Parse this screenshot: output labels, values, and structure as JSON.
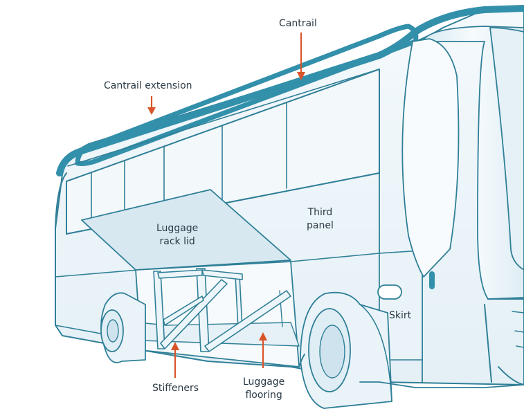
{
  "colors": {
    "outline": "#2f7f97",
    "cantrail": "#3390ab",
    "body_fill": "#eef6fa",
    "glass_fill": "#dcebf3",
    "arrow": "#d9542b",
    "text": "#2b3a45"
  },
  "labels": {
    "cantrail": "Cantrail",
    "cantrail_extension": "Cantrail extension",
    "third_panel": [
      "Third",
      "panel"
    ],
    "luggage_rack_lid": [
      "Luggage",
      "rack lid"
    ],
    "skirt": "Skirt",
    "stiffeners": "Stiffeners",
    "luggage_flooring": [
      "Luggage",
      "flooring"
    ]
  }
}
